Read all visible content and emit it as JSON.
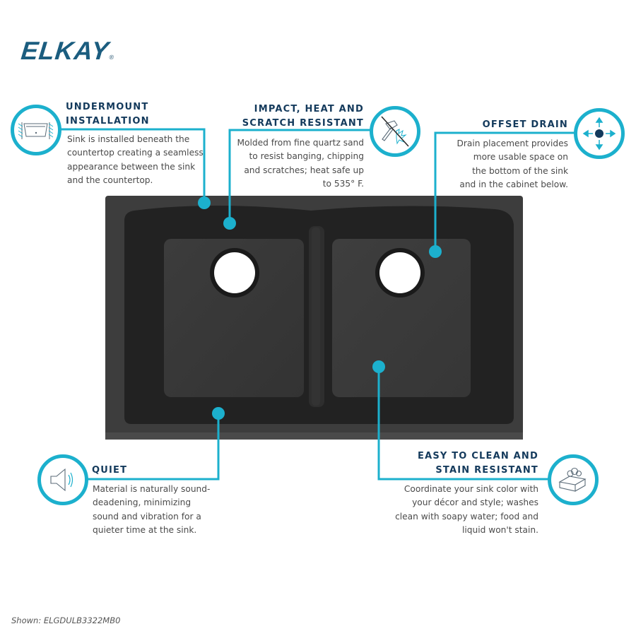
{
  "brand": {
    "logo_text": "ELKAY",
    "registered_mark": "®",
    "logo_color": "#1b5d7f"
  },
  "colors": {
    "accent": "#1cb0cd",
    "title": "#143a5c",
    "body_text": "#4a4a4a",
    "sink_outer": "#3d3d3d",
    "sink_inner": "#262626",
    "sink_basin_floor": "#393939",
    "drain_hole": "#ffffff"
  },
  "features": [
    {
      "id": "undermount",
      "icon": "undermount-sink-icon",
      "title_lines": [
        "UNDERMOUNT",
        "INSTALLATION"
      ],
      "description_lines": [
        "Sink is installed beneath the",
        "countertop creating a seamless",
        "appearance between the sink",
        "and the countertop."
      ]
    },
    {
      "id": "impact",
      "icon": "no-hammer-impact-icon",
      "title_lines": [
        "IMPACT, HEAT AND",
        "SCRATCH RESISTANT"
      ],
      "description_lines": [
        "Molded from fine quartz sand",
        "to resist banging, chipping",
        "and scratches; heat safe up",
        "to 535° F."
      ]
    },
    {
      "id": "offset-drain",
      "icon": "drain-arrows-icon",
      "title_lines": [
        "OFFSET DRAIN"
      ],
      "description_lines": [
        "Drain placement provides",
        "more usable space on",
        "the bottom of the sink",
        "and in the cabinet below."
      ]
    },
    {
      "id": "quiet",
      "icon": "speaker-icon",
      "title_lines": [
        "QUIET"
      ],
      "description_lines": [
        "Material is naturally sound-",
        "deadening, minimizing",
        "sound and vibration for a",
        "quieter time at the sink."
      ]
    },
    {
      "id": "easy-clean",
      "icon": "soap-bar-icon",
      "title_lines": [
        "EASY TO CLEAN AND",
        "STAIN RESISTANT"
      ],
      "description_lines": [
        "Coordinate your sink color with",
        "your décor and style; washes",
        "clean with soapy water; food and",
        "liquid won't stain."
      ]
    }
  ],
  "footer": {
    "shown_model": "Shown: ELGDULB3322MB0"
  }
}
